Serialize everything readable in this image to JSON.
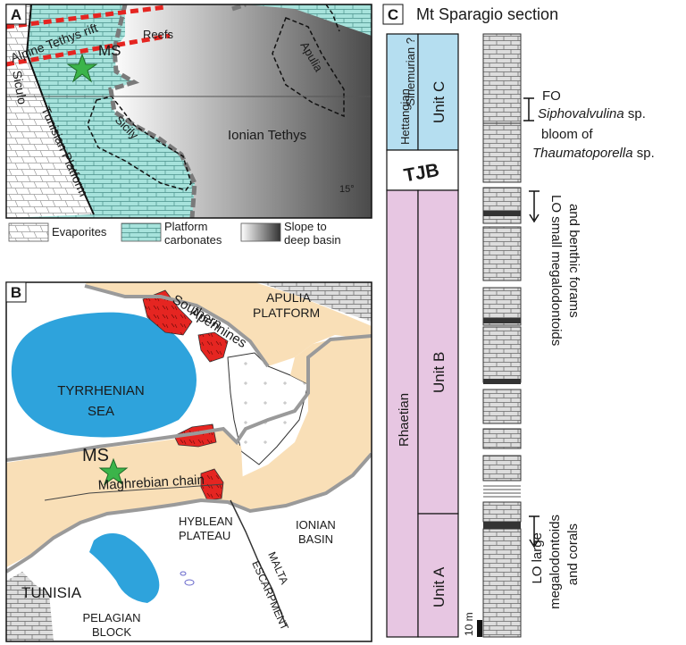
{
  "panel_a": {
    "letter": "A",
    "labels": {
      "rift": "Alpine Tethys rift",
      "ms": "MS",
      "reefs": "Reefs",
      "apulia": "Apulia",
      "sicilo": "Siculo",
      "tunisian_platform": "Tunisian Platform",
      "sicily": "Sicily",
      "ionian_tethys": "Ionian Tethys",
      "longitude": "15°"
    },
    "legend": {
      "evaporites": "Evaporites",
      "platform_1": "Platform",
      "platform_2": "carbonates",
      "slope_1": "Slope to",
      "slope_2": "deep basin"
    },
    "colors": {
      "platform": "#a7e3dc",
      "grid": "#4a8f8a",
      "basin_dark": "#555555",
      "basin_light": "#ffffff",
      "star": "#3bb44a",
      "rift": "#e52521"
    }
  },
  "panel_b": {
    "letter": "B",
    "labels": {
      "southern": "Southern",
      "apennines": "Apennines",
      "apulia": "APULIA",
      "platform": "PLATFORM",
      "tyrrhenian_1": "TYRRHENIAN",
      "tyrrhenian_2": "SEA",
      "ms": "MS",
      "maghrebian": "Maghrebian chain",
      "hyblean_1": "HYBLEAN",
      "hyblean_2": "PLATEAU",
      "ionian_1": "IONIAN",
      "ionian_2": "BASIN",
      "malta_1": "MALTA",
      "malta_2": "ESCARPMENT",
      "tunisia": "TUNISIA",
      "pelagian_1": "PELAGIAN",
      "pelagian_2": "BLOCK"
    },
    "colors": {
      "chain": "#f9dfb7",
      "sea": "#2ea3dc",
      "volcanic": "#e52521",
      "thrust": "#9a9a9a"
    }
  },
  "panel_c": {
    "letter": "C",
    "title": "Mt Sparagio section",
    "stages": {
      "hettangian": "Hettangian",
      "sinemurian": "Sinemurian ?",
      "tjb": "TJB",
      "rhaetian": "Rhaetian"
    },
    "units": {
      "c": "Unit C",
      "b": "Unit B",
      "a": "Unit A"
    },
    "annotations": {
      "fo": "FO",
      "siphovalvulina": "Siphovalvulina",
      "sp1": " sp.",
      "bloom": "bloom of",
      "thaumatoporella": "Thaumatoporella",
      "sp2": " sp.",
      "lo_small_1": "LO small megalodontoids",
      "lo_small_2": "and benthic forams",
      "lo_large_1": "LO large",
      "lo_large_2": "megalodontoids",
      "lo_large_3": "and corals"
    },
    "scale": "10 m",
    "colors": {
      "jurassic": "#b5def0",
      "triassic": "#e7c6e2",
      "column": "#dddddd"
    }
  }
}
